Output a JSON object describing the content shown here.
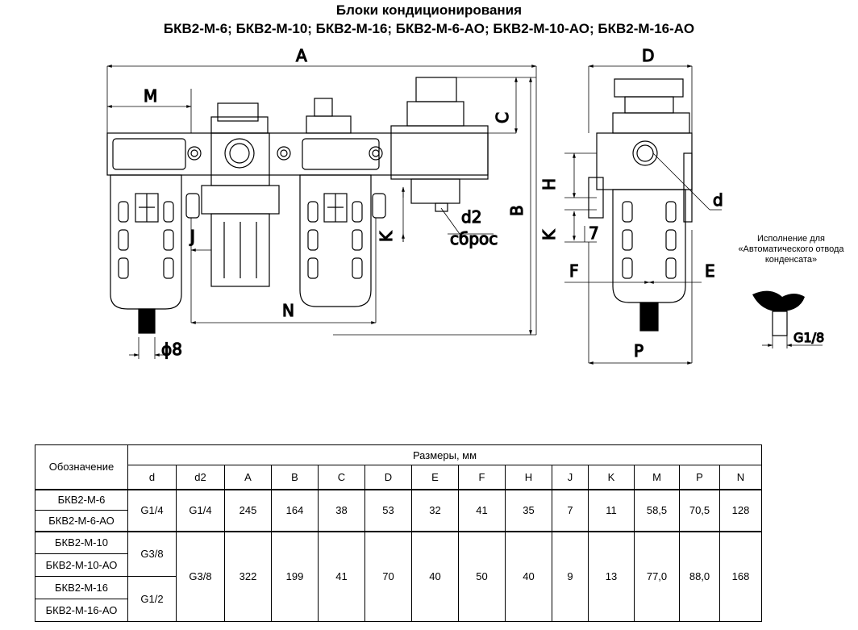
{
  "title_line1": "Блоки кондиционирования",
  "title_line2": "БКВ2-М-6; БКВ2-М-10; БКВ2-М-16; БКВ2-М-6-АО; БКВ2-М-10-АО; БКВ2-М-16-АО",
  "drawing_labels": {
    "A": "A",
    "M": "M",
    "C": "C",
    "B": "B",
    "J": "J",
    "K": "K",
    "N": "N",
    "phi8": "ϕ8",
    "d2": "d2",
    "sbros": "сброс",
    "D": "D",
    "H": "H",
    "K2": "K",
    "seven": "7",
    "F": "F",
    "E": "E",
    "P": "P",
    "d": "d",
    "G18": "G1/8"
  },
  "auto_drain_note": "Исполнение для «Автоматического отвода конденсата»",
  "table": {
    "designation_header": "Обозначение",
    "dimensions_header": "Размеры, мм",
    "columns": [
      "d",
      "d2",
      "A",
      "B",
      "C",
      "D",
      "E",
      "F",
      "H",
      "J",
      "K",
      "M",
      "P",
      "N"
    ],
    "rows": [
      {
        "names": [
          "БКВ2-М-6",
          "БКВ2-М-6-АО"
        ],
        "d": "G1/4"
      },
      {
        "names": [
          "БКВ2-М-10",
          "БКВ2-М-10-АО"
        ],
        "d": "G3/8"
      },
      {
        "names": [
          "БКВ2-М-16",
          "БКВ2-М-16-АО"
        ],
        "d": "G1/2"
      }
    ],
    "group1": {
      "d2": "G1/4",
      "A": "245",
      "B": "164",
      "C": "38",
      "D": "53",
      "E": "32",
      "F": "41",
      "H": "35",
      "J": "7",
      "K": "11",
      "M": "58,5",
      "P": "70,5",
      "N": "128"
    },
    "group2": {
      "d2": "G3/8",
      "A": "322",
      "B": "199",
      "C": "41",
      "D": "70",
      "E": "40",
      "F": "50",
      "H": "40",
      "J": "9",
      "K": "13",
      "M": "77,0",
      "P": "88,0",
      "N": "168"
    }
  }
}
